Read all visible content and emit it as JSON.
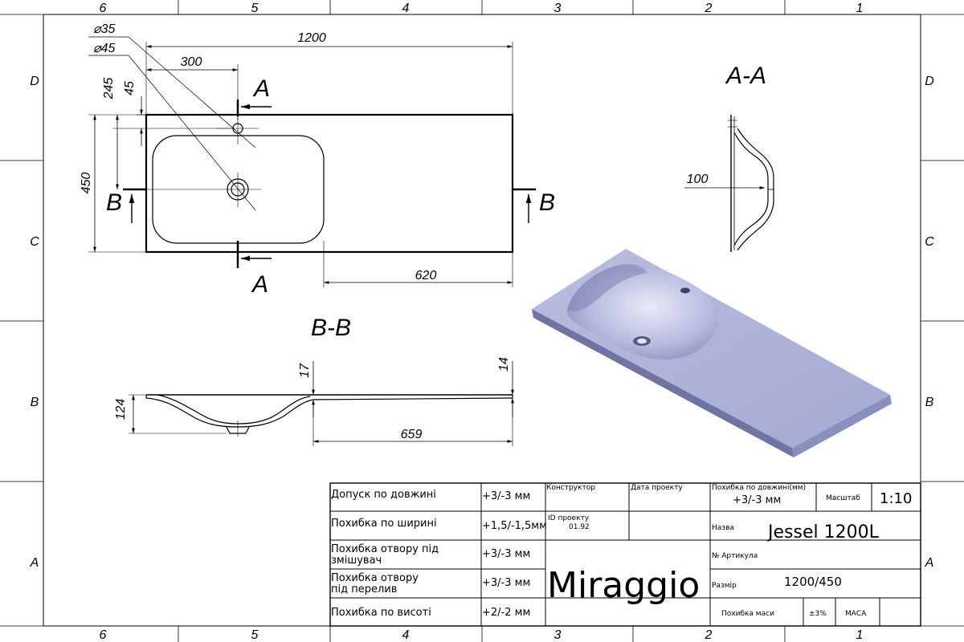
{
  "frame": {
    "columns": [
      "6",
      "5",
      "4",
      "3",
      "2",
      "1"
    ],
    "rows": [
      "D",
      "C",
      "B",
      "A"
    ]
  },
  "plan": {
    "dim_overall_length": "1200",
    "dim_mixer_offset": "300",
    "dim_overall_width": "450",
    "dim_mixer_from_edge": "245",
    "dim_drain_offset": "45",
    "dim_mixer_hole": "⌀35",
    "dim_drain_hole": "⌀45",
    "dim_shelf_length": "620",
    "section_a_top": "A",
    "section_a_bottom": "A",
    "section_b_left": "B",
    "section_b_right": "B"
  },
  "section_aa": {
    "title": "A-A",
    "dim_depth": "100"
  },
  "section_bb": {
    "title": "B-B",
    "dim_height": "124",
    "dim_thickness_left": "17",
    "dim_thickness_right": "14",
    "dim_shelf": "659"
  },
  "title_block": {
    "tolerances": [
      {
        "label_lines": [
          "Допуск по довжині"
        ],
        "value": "+3/-3 мм"
      },
      {
        "label_lines": [
          "Похибка по ширині"
        ],
        "value": "+1,5/-1,5мм"
      },
      {
        "label_lines": [
          "Похибка отвору під",
          "змішувач"
        ],
        "value": "+3/-3 мм"
      },
      {
        "label_lines": [
          "Похибка отвору",
          "під перелив"
        ],
        "value": "+3/-3 мм"
      },
      {
        "label_lines": [
          "Похибка по висоті"
        ],
        "value": "+2/-2 мм"
      }
    ],
    "designer_label": "Конструктор",
    "project_date_label": "Дата проекту",
    "project_id_label": "ID проекту",
    "project_id_value": "01.92",
    "brand": "Miraggio",
    "length_tol_label": "Похибка по довжині(мм)",
    "length_tol_value": "+3/-3 мм",
    "scale_label": "Масштаб",
    "scale_value": "1:10",
    "name_label": "Назва",
    "name_value": "Jessel 1200L",
    "article_label": "№ Артикула",
    "size_label": "Размір",
    "size_value": "1200/450",
    "mass_tol_label": "Похибка маси",
    "mass_tol_value": "±3%",
    "material_value": "МАСА"
  },
  "colors": {
    "line": "#000000",
    "render_light": "#c9cde6",
    "render_mid": "#9fa5cd",
    "render_dark": "#6f75a3"
  }
}
